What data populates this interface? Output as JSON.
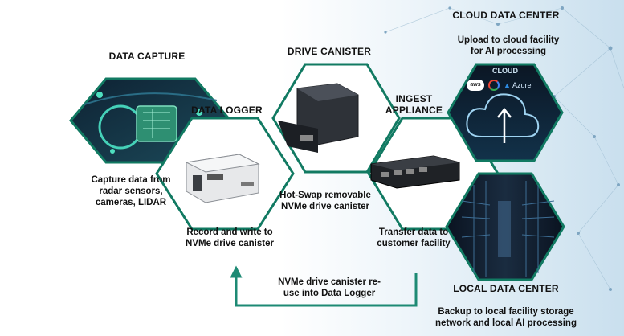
{
  "stages": {
    "data_capture": {
      "title": "DATA CAPTURE",
      "caption": "Capture data from\nradar sensors,\ncameras, LIDAR"
    },
    "data_logger": {
      "title": "DATA LOGGER",
      "caption": "Record and write to\nNVMe drive canister"
    },
    "drive_canister": {
      "title": "DRIVE CANISTER",
      "caption": "Hot-Swap removable\nNVMe drive canister"
    },
    "ingest_appliance": {
      "title": "INGEST\nAPPLIANCE",
      "caption": "Transfer data to\ncustomer facility"
    },
    "cloud_data_center": {
      "title": "CLOUD DATA CENTER",
      "caption": "Upload to cloud facility\nfor AI processing"
    },
    "local_data_center": {
      "title": "LOCAL DATA CENTER",
      "caption": "Backup to local facility storage\nnetwork and local AI processing"
    }
  },
  "loop": {
    "caption": "NVMe drive canister re-\nuse into Data Logger"
  },
  "cloud_panel": {
    "label": "CLOUD",
    "providers": [
      "aws",
      "Azure"
    ]
  },
  "colors": {
    "hex_border": "#117a62",
    "arrow": "#1d8a74",
    "panel_dark": "#0d1b2c"
  }
}
